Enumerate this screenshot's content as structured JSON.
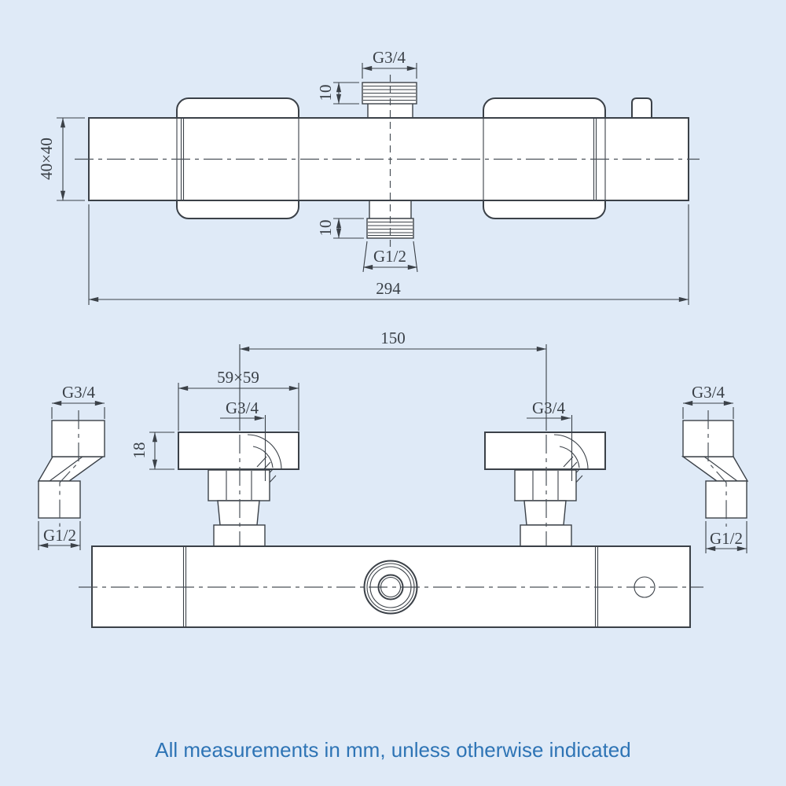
{
  "drawing": {
    "type": "technical-drawing",
    "subject": "thermostatic shower bar mixer valve, two orthographic views",
    "colors": {
      "background": "#dfeaf7",
      "line": "#3b4148",
      "shape_fill": "#ffffff",
      "note_text": "#2e74b5"
    },
    "top_view": {
      "labels": {
        "top_thread": "G3/4",
        "top_thread_length": "10",
        "bottom_thread": "G1/2",
        "bottom_thread_length": "10",
        "bar_profile": "40×40",
        "bar_width": "294"
      }
    },
    "front_view": {
      "labels": {
        "hole_centers": "150",
        "plate_size": "59×59",
        "plate_thickness": "18",
        "left_valve_thread": "G3/4",
        "right_valve_thread": "G3/4",
        "left_adapter_top": "G3/4",
        "left_adapter_bottom": "G1/2",
        "right_adapter_top": "G3/4",
        "right_adapter_bottom": "G1/2"
      }
    },
    "note": "All measurements in mm, unless otherwise indicated"
  }
}
